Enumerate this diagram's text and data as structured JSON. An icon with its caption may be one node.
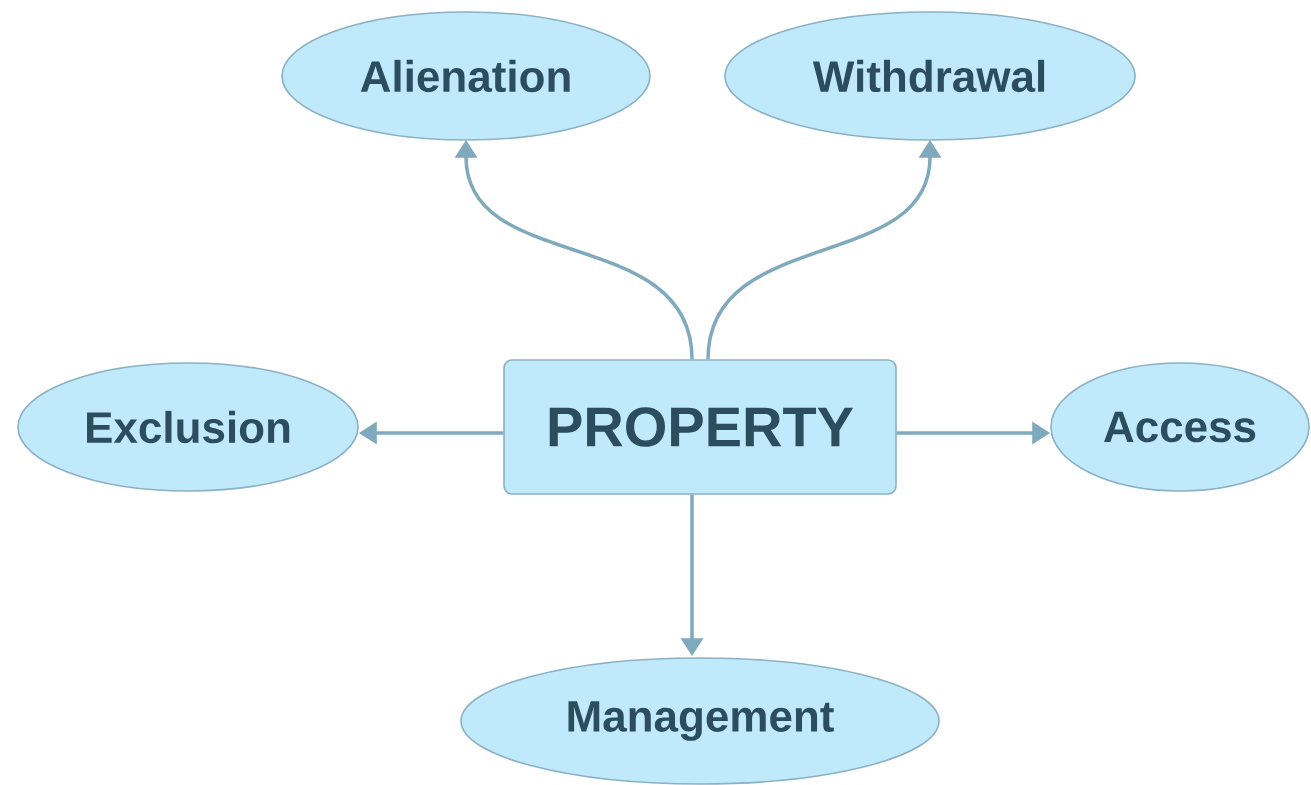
{
  "diagram": {
    "nodes": [
      {
        "text": [
          "PROPERTY"
        ]
      },
      {
        "text": [
          "Alienation"
        ]
      },
      {
        "text": [
          "Withdrawal"
        ]
      },
      {
        "text": [
          "Exclusion"
        ]
      },
      {
        "text": [
          "Access"
        ]
      },
      {
        "text": [
          "Management"
        ]
      }
    ],
    "edges": [
      {
        "from": 0,
        "to": 1,
        "arrow": "to"
      },
      {
        "from": 0,
        "to": 2,
        "arrow": "to"
      },
      {
        "from": 0,
        "to": 3,
        "arrow": "to"
      },
      {
        "from": 0,
        "to": 4,
        "arrow": "to"
      },
      {
        "from": 0,
        "to": 5,
        "arrow": "to"
      }
    ]
  }
}
